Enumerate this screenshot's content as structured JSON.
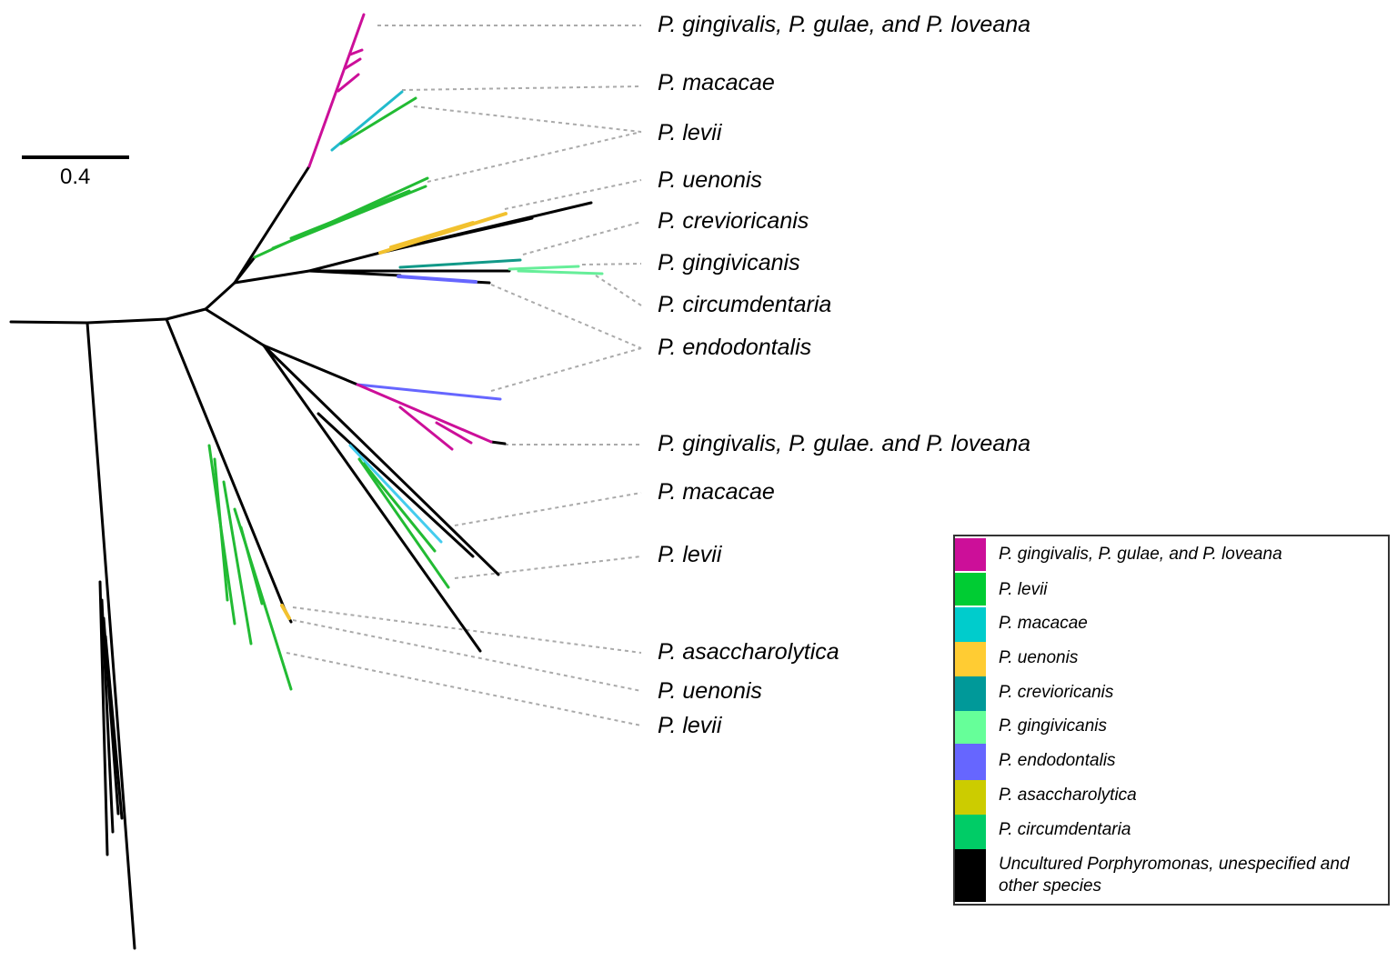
{
  "scale_bar": {
    "label": "0.4"
  },
  "labels": [
    {
      "id": "lbl-1",
      "text": "P. gingivalis, P. gulae, and P. loveana"
    },
    {
      "id": "lbl-2",
      "text": "P. macacae"
    },
    {
      "id": "lbl-3",
      "text": "P. levii"
    },
    {
      "id": "lbl-4",
      "text": "P. uenonis"
    },
    {
      "id": "lbl-5",
      "text": "P. crevioricanis"
    },
    {
      "id": "lbl-6",
      "text": "P. gingivicanis"
    },
    {
      "id": "lbl-7",
      "text": "P. circumdentaria"
    },
    {
      "id": "lbl-8",
      "text": "P. endodontalis"
    },
    {
      "id": "lbl-9",
      "text": "P. gingivalis, P. gulae. and P. loveana"
    },
    {
      "id": "lbl-10",
      "text": "P. macacae"
    },
    {
      "id": "lbl-11",
      "text": "P. levii"
    },
    {
      "id": "lbl-12",
      "text": "P. asaccharolytica"
    },
    {
      "id": "lbl-13",
      "text": "P. uenonis"
    },
    {
      "id": "lbl-14",
      "text": "P. levii"
    }
  ],
  "legend": {
    "items": [
      {
        "label": "P. gingivalis, P. gulae, and P. loveana",
        "color": "#cc0f99"
      },
      {
        "label": "P. levii",
        "color": "#00cc33"
      },
      {
        "label": "P. macacae",
        "color": "#00cccc"
      },
      {
        "label": "P. uenonis",
        "color": "#ffcc33"
      },
      {
        "label": "P. crevioricanis",
        "color": "#009999"
      },
      {
        "label": "P. gingivicanis",
        "color": "#66ff99"
      },
      {
        "label": "P. endodontalis",
        "color": "#6666ff"
      },
      {
        "label": "P. asaccharolytica",
        "color": "#cccc00"
      },
      {
        "label": "P. circumdentaria",
        "color": "#00cc66"
      },
      {
        "label": "Uncultured Porphyromonas, unespecified and other species",
        "color": "#000000"
      }
    ]
  }
}
